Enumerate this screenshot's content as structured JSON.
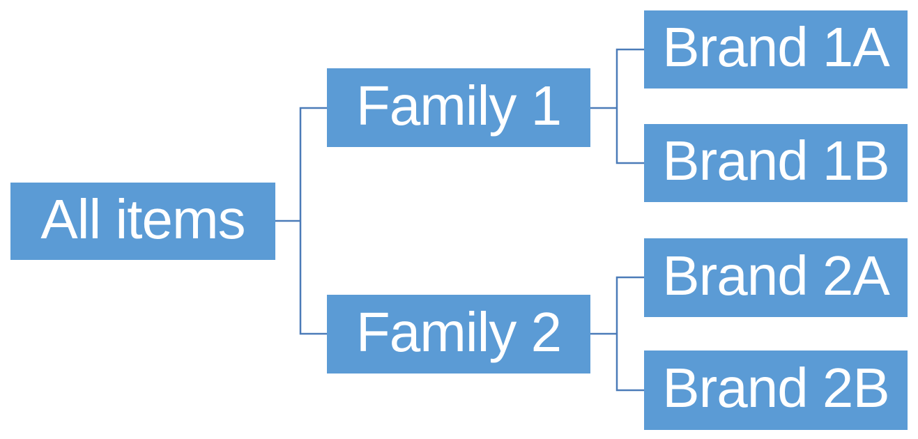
{
  "diagram": {
    "kind": "hierarchy-tree",
    "orientation": "left-to-right",
    "levels": 3,
    "colors": {
      "node_fill": "#5b9bd5",
      "node_text": "#ffffff",
      "connector": "#4b7bb8",
      "background": "#ffffff"
    }
  },
  "tree": {
    "root": {
      "label": "All items",
      "children": [
        {
          "label": "Family 1",
          "children": [
            {
              "label": "Brand 1A"
            },
            {
              "label": "Brand 1B"
            }
          ]
        },
        {
          "label": "Family 2",
          "children": [
            {
              "label": "Brand 2A"
            },
            {
              "label": "Brand 2B"
            }
          ]
        }
      ]
    }
  }
}
